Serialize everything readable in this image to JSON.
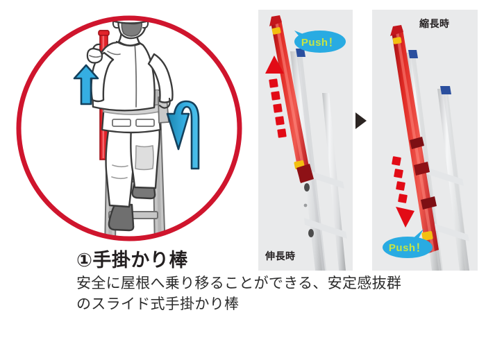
{
  "illustration": {
    "alt_name": "worker-climbing-ladder-with-grab-bar",
    "circle_color": "#cf152d",
    "pole_color": "#e12229",
    "arrow_blue": "#35aee2",
    "arrow_blue_dark": "#1b7fa8",
    "outline_color": "#3a3a3a"
  },
  "panels": [
    {
      "id": "extended",
      "caption": "伸長時",
      "caption_position": "bottom-left",
      "bubble": {
        "label": "Push！",
        "position": "top-right"
      },
      "motion_arrow": {
        "direction": "up",
        "style": "dashed",
        "color": "#e20b16"
      },
      "background": "#e9eaeb"
    },
    {
      "id": "retracted",
      "caption": "縮長時",
      "caption_position": "top-right",
      "bubble": {
        "label": "Push！",
        "position": "bottom-left"
      },
      "motion_arrow": {
        "direction": "down",
        "style": "dashed",
        "color": "#e20b16"
      },
      "background": "#e9eaeb"
    }
  ],
  "step_arrow": {
    "name": "next-step-arrow",
    "direction": "right",
    "color": "#2b2422"
  },
  "caption": {
    "headline": "①手掛かり棒",
    "body_lines": [
      "安全に屋根へ乗り移ることができる、安定感抜群",
      "のスライド式手掛かり棒"
    ]
  },
  "colors": {
    "brand_red": "#cf152d",
    "accent_blue": "#29abe2",
    "bubble_text": "#c7e544",
    "text_dark": "#231f20",
    "panel_bg": "#e9eaeb"
  }
}
